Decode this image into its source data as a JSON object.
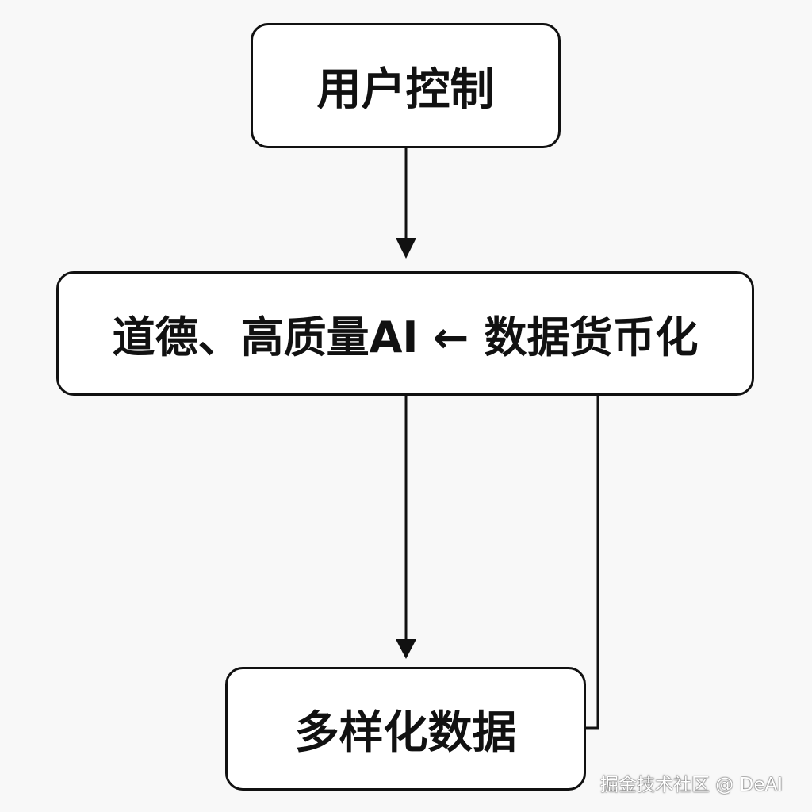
{
  "diagram": {
    "nodes": {
      "top": {
        "label": "用户控制"
      },
      "middle": {
        "label": "道德、高质量AI ← 数据货币化"
      },
      "bottom": {
        "label": "多样化数据"
      }
    },
    "edges": [
      {
        "from": "top",
        "to": "middle",
        "style": "arrow"
      },
      {
        "from": "middle",
        "to": "bottom",
        "style": "arrow"
      },
      {
        "from": "bottom",
        "to": "middle",
        "style": "line"
      }
    ],
    "colors": {
      "stroke": "#111111",
      "node_fill": "#ffffff",
      "background": "#f8f8f8"
    }
  },
  "watermark": {
    "text": "掘金技术社区 @ DeAI"
  }
}
